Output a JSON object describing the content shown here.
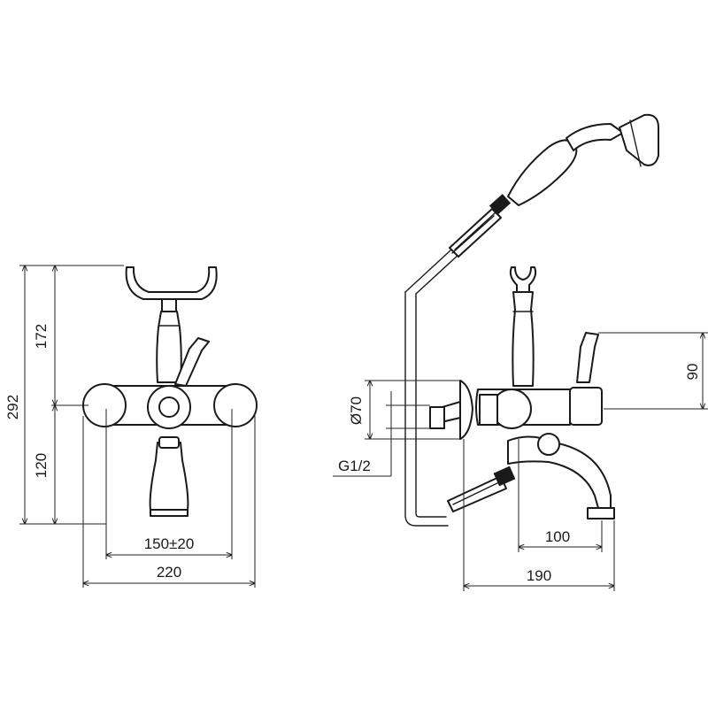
{
  "dimensions": {
    "total_height": "292",
    "upper_height": "172",
    "lower_height": "120",
    "inlet_spacing": "150±20",
    "overall_width": "220",
    "escutcheon_diameter": "Ø70",
    "thread": "G1/2",
    "spout_reach": "100",
    "overall_depth": "190",
    "lever_height": "90"
  },
  "colors": {
    "line": "#1a1a1a",
    "background": "#ffffff"
  }
}
